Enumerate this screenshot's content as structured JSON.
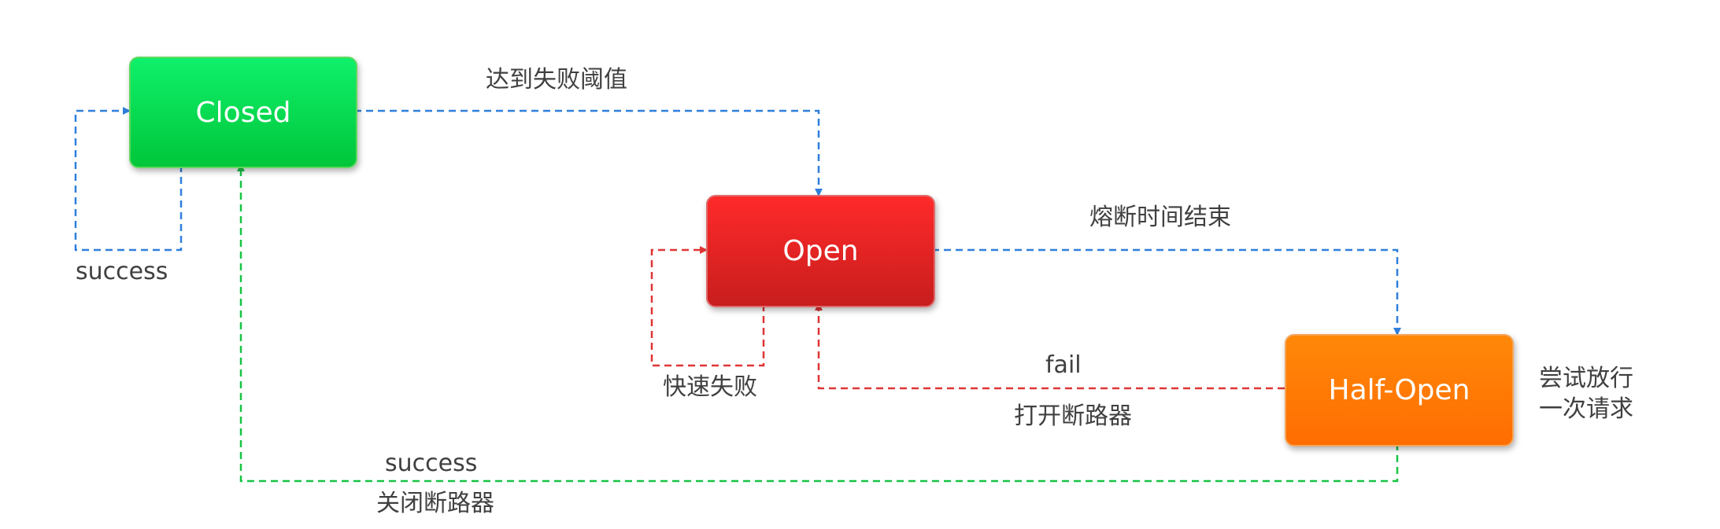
{
  "states": {
    "closed": "Closed",
    "open": "Open",
    "half_open": "Half-Open"
  },
  "edges": {
    "closed_self": "success",
    "closed_to_open": "达到失败阈值",
    "open_self": "快速失败",
    "open_to_half_open": "熔断时间结束",
    "half_open_to_open_top": "fail",
    "half_open_to_open_bottom": "打开断路器",
    "half_open_to_closed_top": "success",
    "half_open_to_closed_bottom": "关闭断路器",
    "half_open_note_line1": "尝试放行",
    "half_open_note_line2": "一次请求"
  },
  "colors": {
    "blue_edge": "#2f7fdc",
    "red_edge": "#e03535",
    "green_edge": "#18c445"
  }
}
